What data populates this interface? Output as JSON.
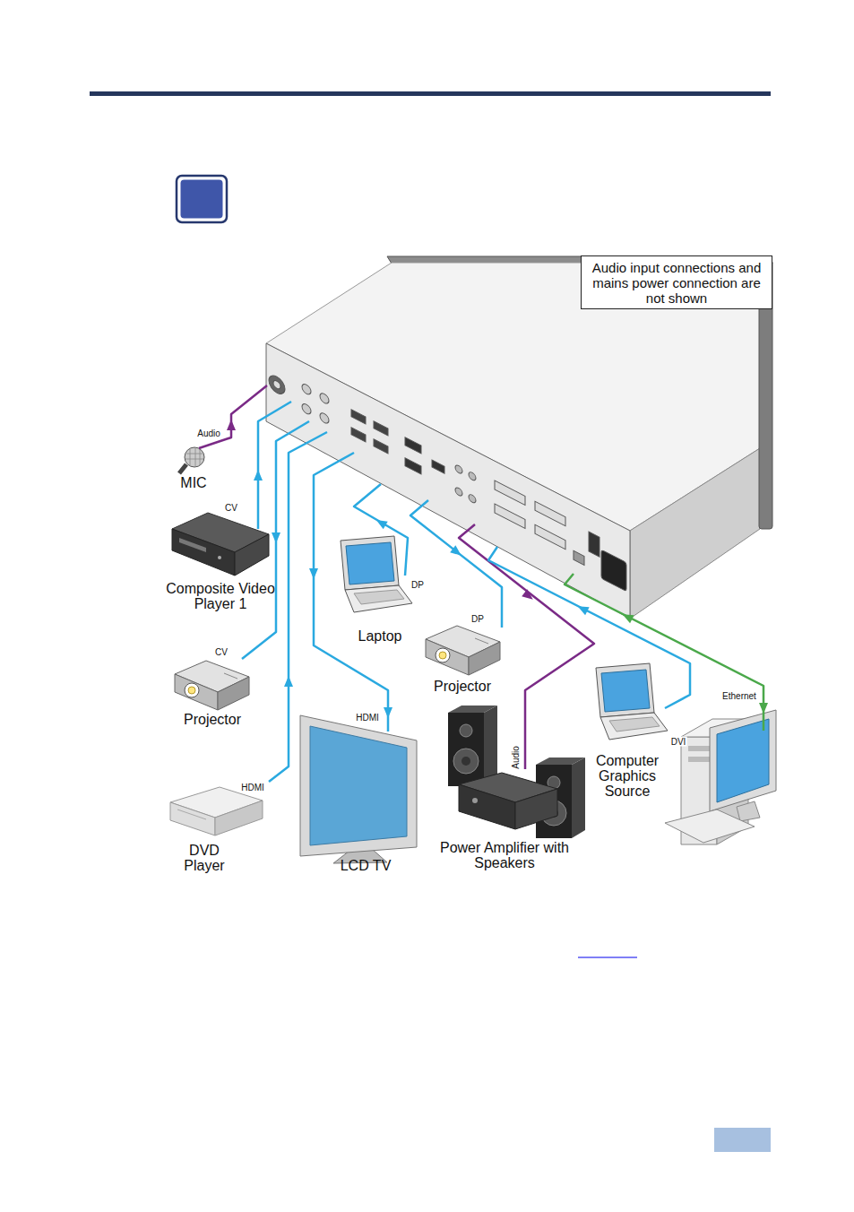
{
  "diagram": {
    "nodes": [
      {
        "text": [
          "Audio input connections and mains power connection are not shown"
        ]
      },
      {
        "text": [
          "MIC"
        ]
      },
      {
        "text": [
          "Composite Video Player 1"
        ]
      },
      {
        "text": [
          "Laptop"
        ]
      },
      {
        "text": [
          "Projector"
        ]
      },
      {
        "text": [
          "Projector"
        ]
      },
      {
        "text": [
          "Computer Graphics Source"
        ]
      },
      {
        "text": [
          "Power Amplifier with Speakers"
        ]
      },
      {
        "text": [
          "DVD Player"
        ]
      },
      {
        "text": [
          "LCD TV"
        ]
      }
    ],
    "labels": [
      "Audio",
      "CV",
      "DP",
      "DP",
      "CV",
      "Ethernet",
      "HDMI",
      "DVI",
      "Audio",
      "HDMI"
    ]
  }
}
